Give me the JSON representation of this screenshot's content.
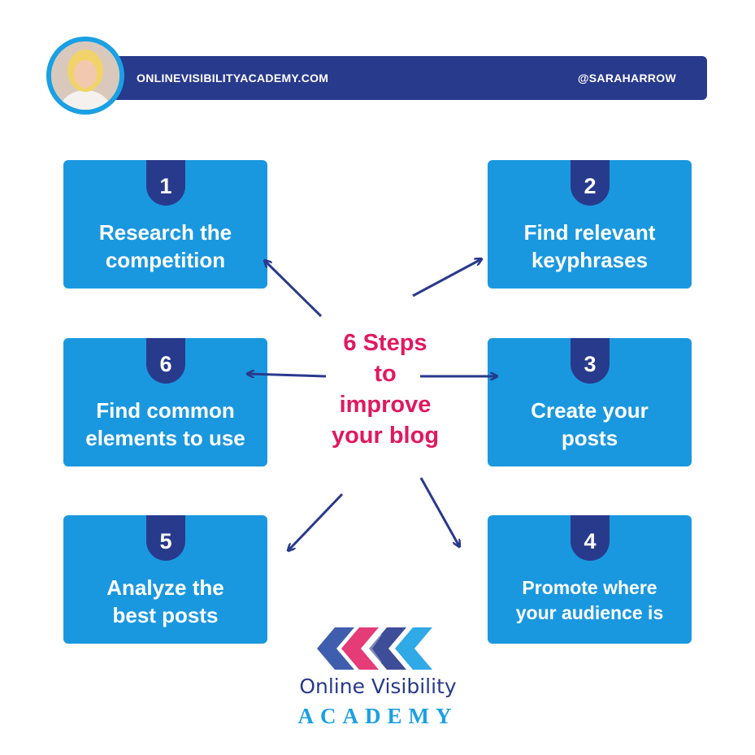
{
  "header": {
    "website": "ONLINEVISIBILITYACADEMY.COM",
    "handle": "@SARAHARROW"
  },
  "center_title": "6 Steps\nto\nimprove\nyour blog",
  "steps": [
    {
      "number": "1",
      "label": "Research the\ncompetition"
    },
    {
      "number": "2",
      "label": "Find relevant\nkeyphrases"
    },
    {
      "number": "3",
      "label": "Create your\nposts"
    },
    {
      "number": "4",
      "label": "Promote where\nyour audience is"
    },
    {
      "number": "5",
      "label": "Analyze the\nbest posts"
    },
    {
      "number": "6",
      "label": "Find common\nelements to use"
    }
  ],
  "logo": {
    "name": "Online Visibility",
    "tagline": "ACADEMY"
  },
  "colors": {
    "navy": "#283a8c",
    "blue": "#1a98df",
    "pink": "#e0195f"
  }
}
